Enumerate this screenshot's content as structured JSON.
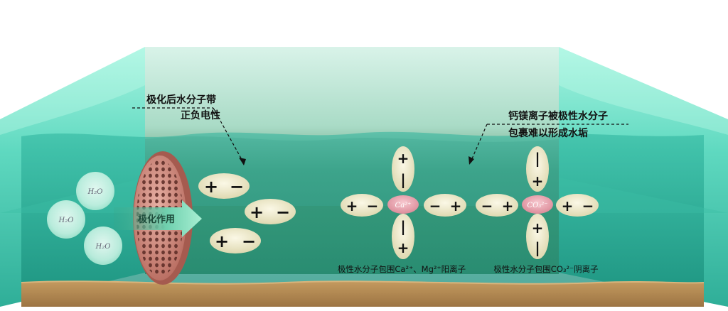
{
  "annotations": {
    "polarized_line1": "极化后水分子带",
    "polarized_line2": "正负电性",
    "scale_line1": "钙镁离子被极性水分子",
    "scale_line2": "包裹难以形成水垢"
  },
  "arrow_label": "极化作用",
  "water_molecule": "H₂O",
  "ion_cation": "Ca²⁺",
  "ion_anion": "CO₃²⁻",
  "sign_plus": "+",
  "sign_minus": "−",
  "caption_cation": "极性水分子包围Ca²⁺、Mg²⁺阳离子",
  "caption_anion": "极性水分子包围CO₃²⁻阴离子",
  "colors": {
    "water_light": "#8ff0d8",
    "water_deep": "#3bbfa6",
    "tank_back": "#5f8e63",
    "sand": "#b08a55",
    "dipole_fill": "#ece6c2",
    "ion_fill": "#e8a2ad",
    "disc": "#c47a6e"
  }
}
